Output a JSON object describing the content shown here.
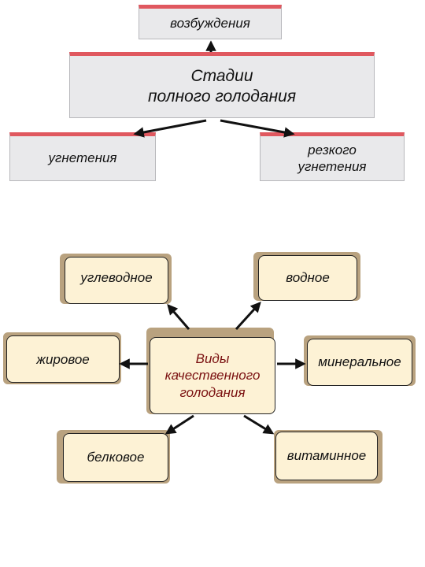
{
  "top": {
    "excitation": "возбуждения",
    "stages": "Стадии\nполного голодания",
    "depression": "угнетения",
    "severe_depression": "резкого\nугнетения"
  },
  "bottom": {
    "center": "Виды\nкачественного\nголодания",
    "carbohydrate": "углеводное",
    "water": "водное",
    "fat": "жировое",
    "mineral": "минеральное",
    "protein": "белковое",
    "vitamin": "витаминное"
  },
  "colors": {
    "stripe": "#e0585f",
    "grey_box": "#e9e9eb",
    "cream_box": "#fdf2d5",
    "shadow": "#b9a27f",
    "center_text": "#7a1010"
  }
}
